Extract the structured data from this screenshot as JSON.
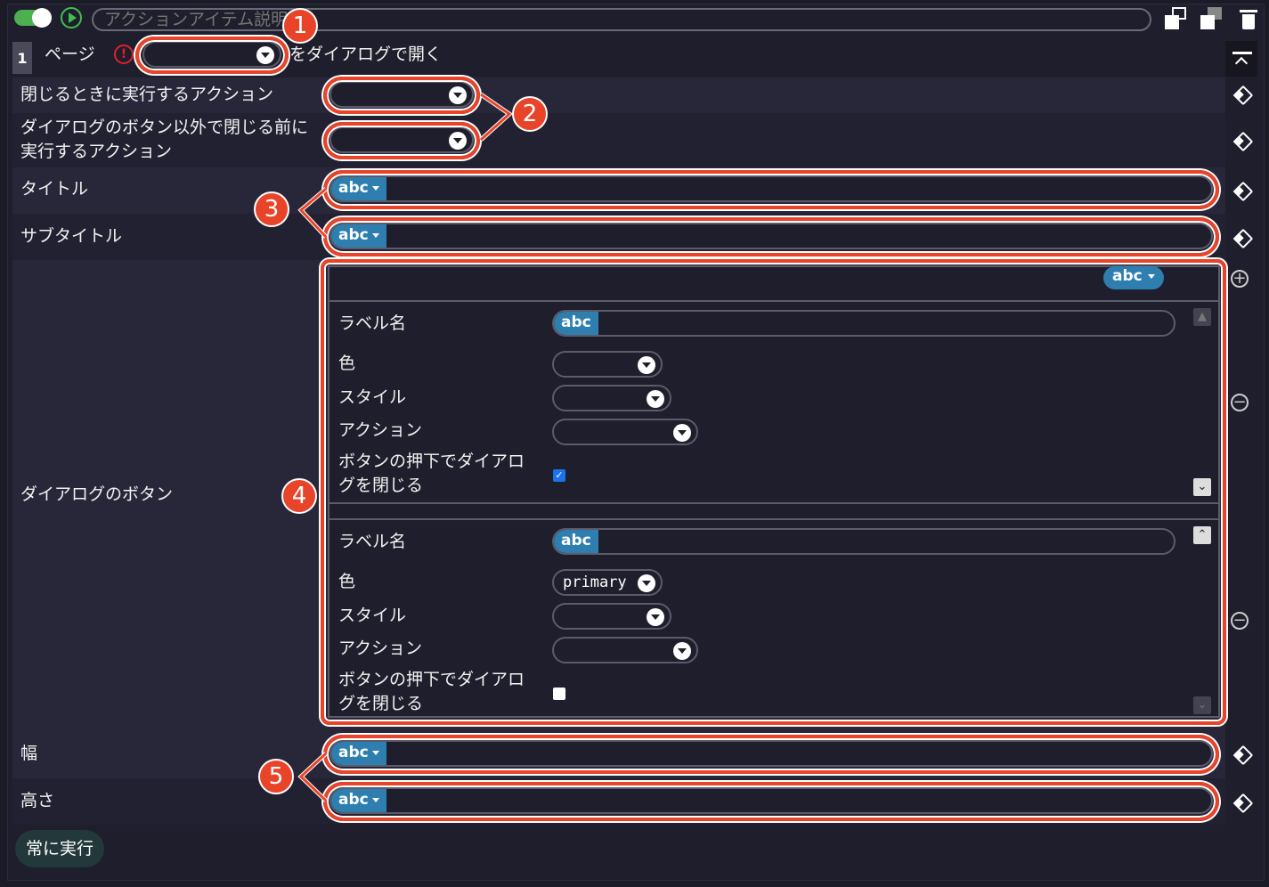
{
  "header": {
    "description_placeholder": "アクションアイテム説明",
    "enabled": true
  },
  "step": {
    "index": "1",
    "page_label": "ページ",
    "page_value": "",
    "open_as_dialog_text": "をダイアログで開く"
  },
  "fields": {
    "on_close_action": {
      "label": "閉じるときに実行するアクション",
      "value": ""
    },
    "before_close_action": {
      "label": "ダイアログのボタン以外で閉じる前に実行するアクション",
      "value": ""
    },
    "title": {
      "label": "タイトル",
      "type": "abc",
      "value": ""
    },
    "subtitle": {
      "label": "サブタイトル",
      "type": "abc",
      "value": ""
    },
    "dialog_buttons": {
      "label": "ダイアログのボタン",
      "type": "abc",
      "items": [
        {
          "label_name": "ラベル名",
          "label_type": "abc",
          "label_value": "",
          "color_label": "色",
          "color_value": "",
          "style_label": "スタイル",
          "style_value": "",
          "action_label": "アクション",
          "action_value": "",
          "close_label": "ボタンの押下でダイアログを閉じる",
          "close_checked": true
        },
        {
          "label_name": "ラベル名",
          "label_type": "abc",
          "label_value": "",
          "color_label": "色",
          "color_value": "primary",
          "style_label": "スタイル",
          "style_value": "",
          "action_label": "アクション",
          "action_value": "",
          "close_label": "ボタンの押下でダイアログを閉じる",
          "close_checked": false
        }
      ]
    },
    "width": {
      "label": "幅",
      "type": "abc",
      "value": ""
    },
    "height": {
      "label": "高さ",
      "type": "abc",
      "value": ""
    }
  },
  "footer": {
    "always_run_label": "常に実行"
  },
  "annotations": [
    "1",
    "2",
    "3",
    "4",
    "5"
  ],
  "colors": {
    "accent": "#2e7fb0",
    "highlight": "#e8442a",
    "toggle": "#4caf50",
    "checkbox": "#1a73e8"
  }
}
